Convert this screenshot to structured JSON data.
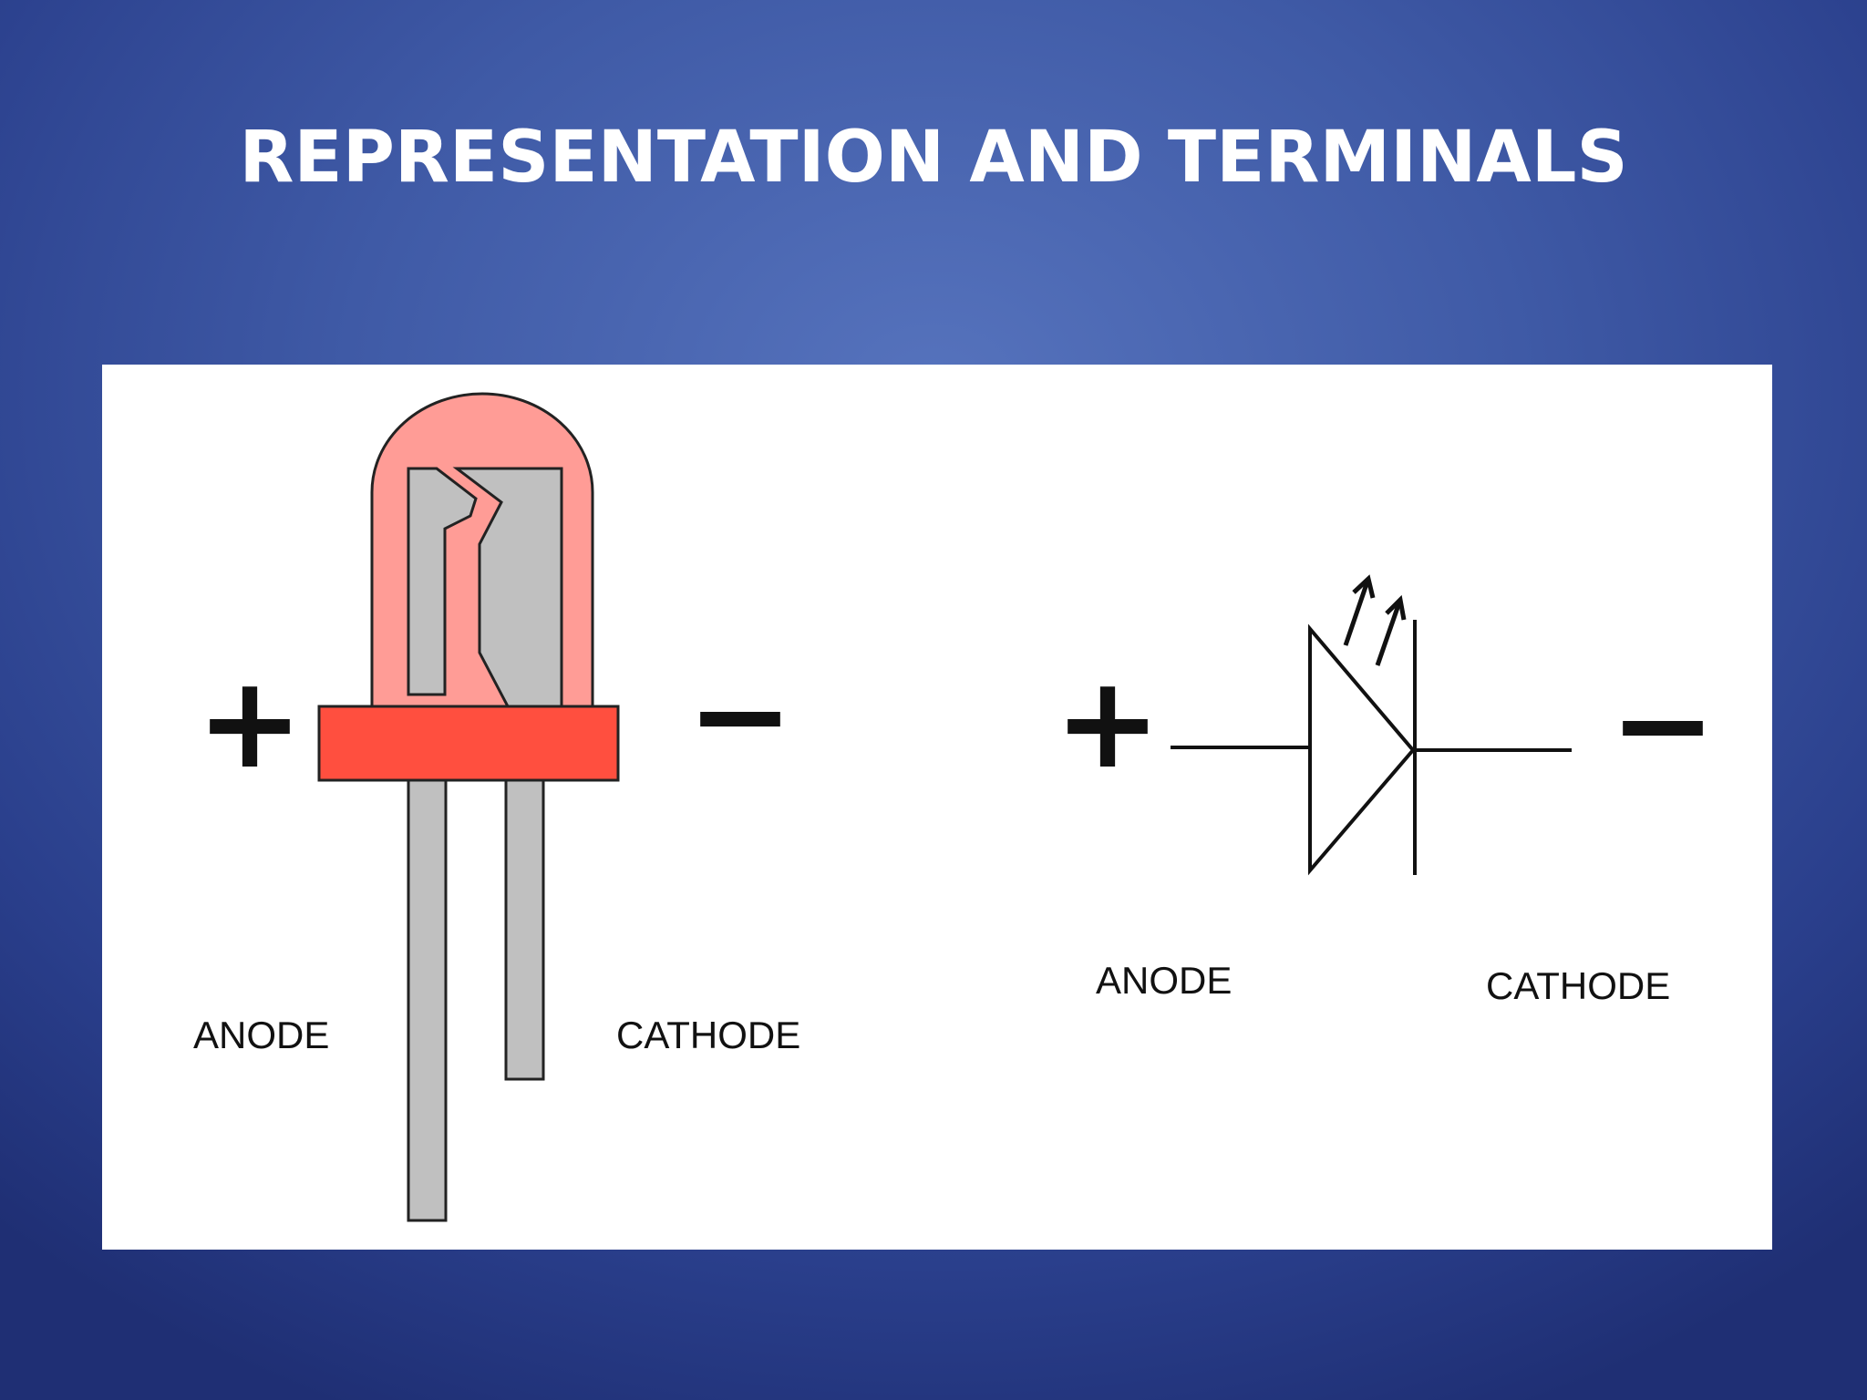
{
  "slide": {
    "title": "REPRESENTATION AND TERMINALS"
  },
  "led_drawing": {
    "plus": "+",
    "minus": "−",
    "anode_label": "ANODE",
    "cathode_label": "CATHODE",
    "colors": {
      "dome": "#ff9c96",
      "flange": "#ff4f3f",
      "leads": "#c0c0c0"
    }
  },
  "led_symbol": {
    "plus": "+",
    "minus": "−",
    "anode_label": "ANODE",
    "cathode_label": "CATHODE"
  }
}
